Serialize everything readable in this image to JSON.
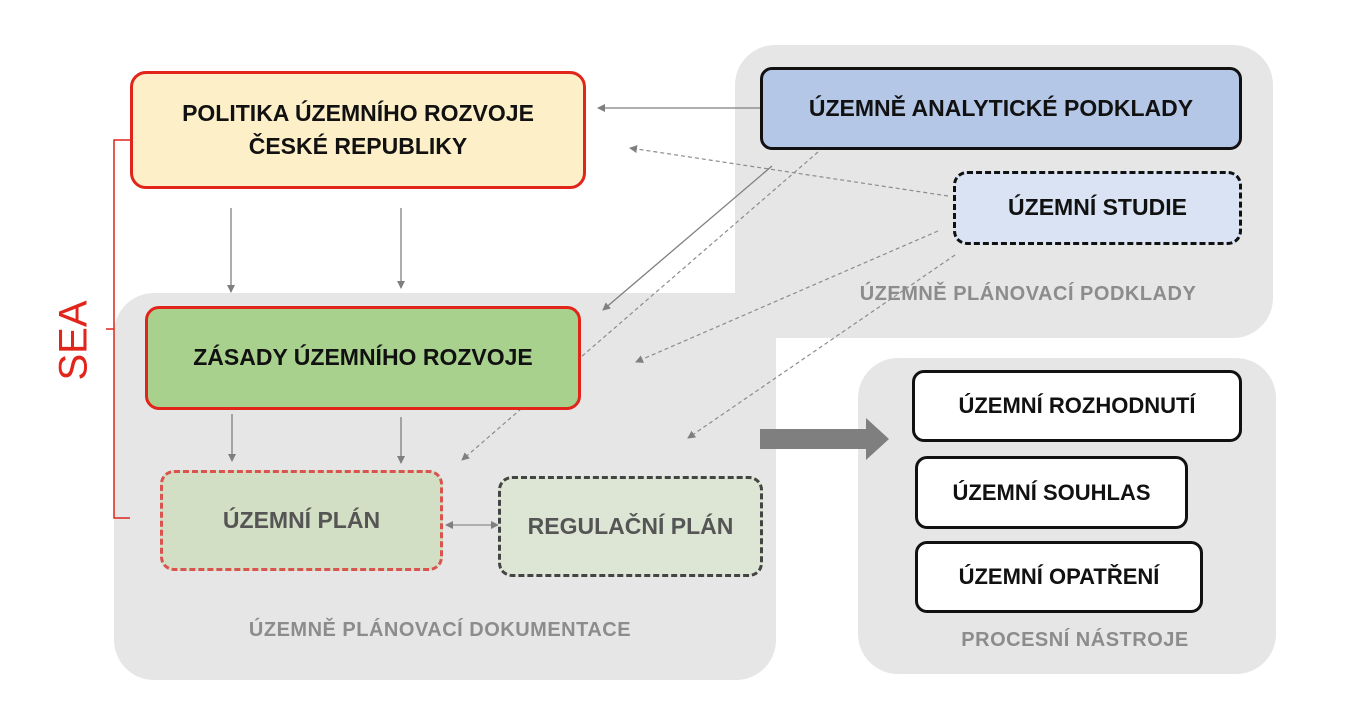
{
  "sea_label": "SEA",
  "colors": {
    "red": "#e1251b",
    "politika_fill": "#fdf0c8",
    "zasady_fill": "#a9d18e",
    "plan_fill": "#d3dfc4",
    "regulacni_fill": "#dde6d4",
    "analyticke_fill": "#b4c7e7",
    "studie_fill": "#dae3f3",
    "panel_fill": "#e6e6e6",
    "arrow": "#7f7f7f"
  },
  "boxes": {
    "politika": "POLITIKA ÚZEMNÍHO ROZVOJE ČESKÉ REPUBLIKY",
    "zasady": "ZÁSADY ÚZEMNÍHO ROZVOJE",
    "uzemni_plan": "ÚZEMNÍ PLÁN",
    "regulacni_plan": "REGULAČNÍ PLÁN",
    "analyticke_podklady": "ÚZEMNĚ ANALYTICKÉ PODKLADY",
    "uzemni_studie": "ÚZEMNÍ STUDIE",
    "uzemni_rozhodnuti": "ÚZEMNÍ ROZHODNUTÍ",
    "uzemni_souhlas": "ÚZEMNÍ SOUHLAS",
    "uzemni_opatreni": "ÚZEMNÍ OPATŘENÍ"
  },
  "panels": {
    "dokumentace": "ÚZEMNĚ PLÁNOVACÍ DOKUMENTACE",
    "podklady": "ÚZEMNĚ PLÁNOVACÍ PODKLADY",
    "nastroje": "PROCESNÍ NÁSTROJE"
  }
}
